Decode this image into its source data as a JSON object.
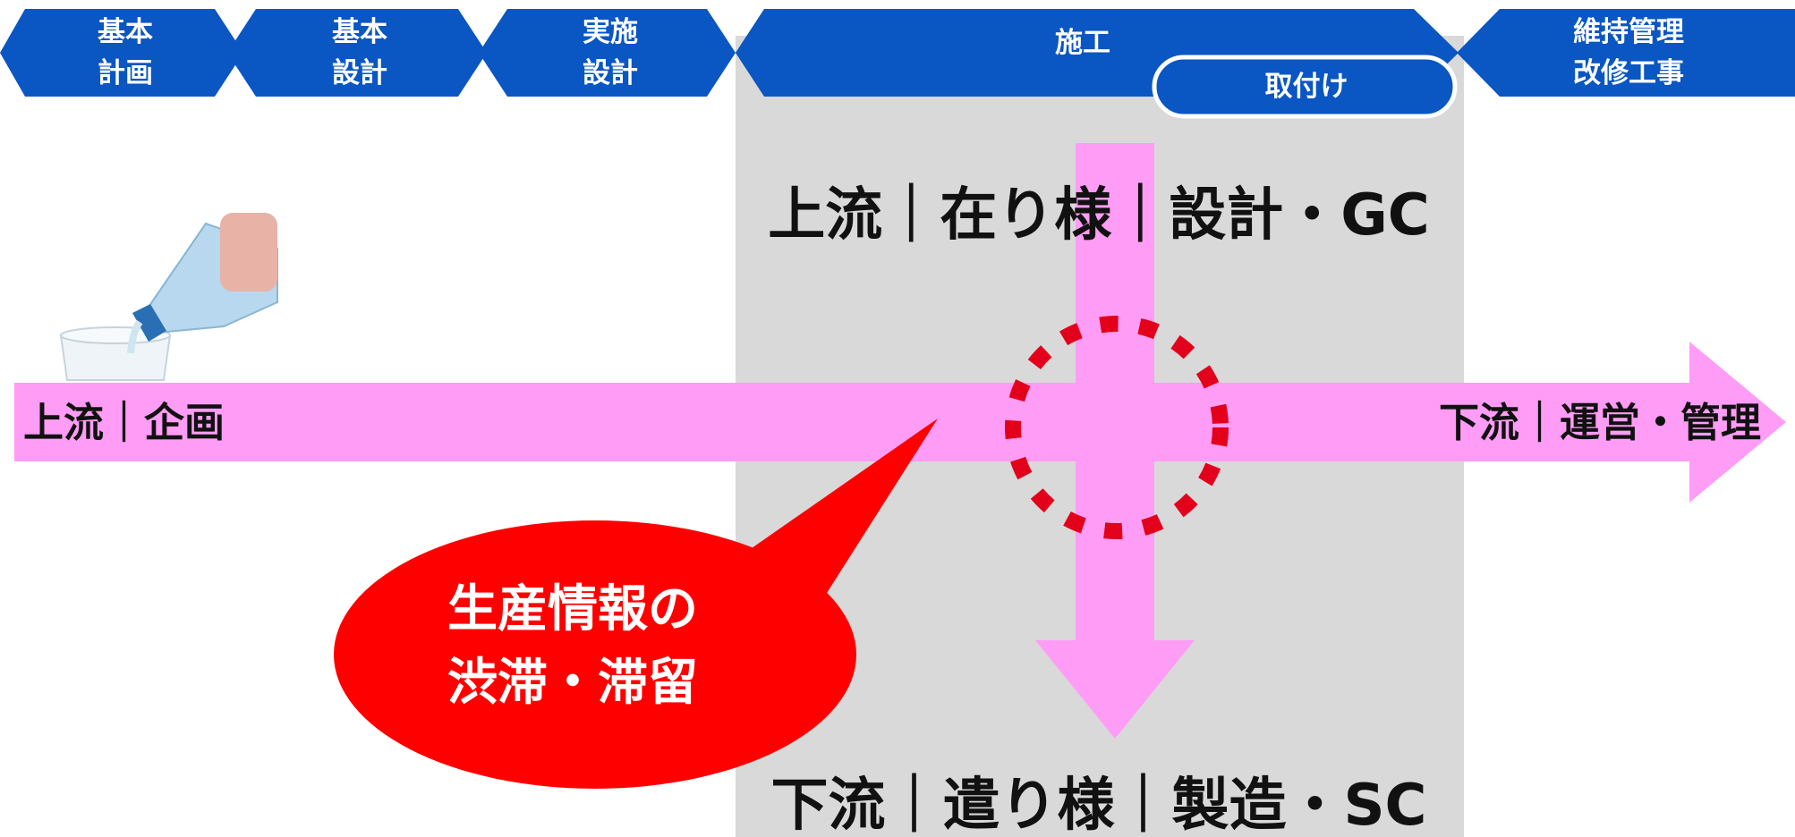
{
  "phases": [
    {
      "line1": "基本",
      "line2": "計画"
    },
    {
      "line1": "基本",
      "line2": "設計"
    },
    {
      "line1": "実施",
      "line2": "設計"
    },
    {
      "line1": "施工",
      "line2": ""
    },
    {
      "line1": "維持管理",
      "line2": "改修工事"
    }
  ],
  "sub_phase": "取付け",
  "vertical_top_label": "上流｜在り様｜設計・GC",
  "vertical_bottom_label": "下流｜遣り様｜製造・SC",
  "horizontal_left_label": "上流｜企画",
  "horizontal_right_label": "下流｜運営・管理",
  "bubble": {
    "line1": "生産情報の",
    "line2": "渋滞・滞留"
  },
  "colors": {
    "phase_blue": "#0a56c2",
    "arrow_pink": "#ff9cf5",
    "construction_gray": "#d9d9d9",
    "bubble_red": "#ff0000",
    "circle_red": "#e3001b"
  }
}
